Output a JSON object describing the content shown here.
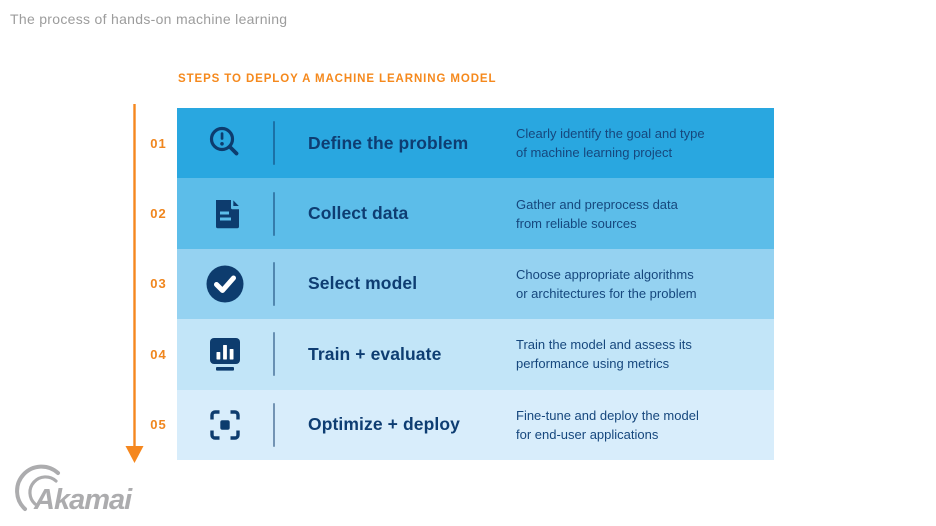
{
  "page": {
    "title": "The process of hands-on machine learning",
    "background": "#ffffff"
  },
  "infographic": {
    "heading": "STEPS TO DEPLOY A MACHINE LEARNING MODEL",
    "steps": [
      {
        "number": "01",
        "icon": "magnifier-alert-icon",
        "title": "Define the problem",
        "description": "Clearly identify the goal and type\nof machine learning project",
        "row_color": "#29a7e0"
      },
      {
        "number": "02",
        "icon": "document-icon",
        "title": "Collect data",
        "description": "Gather and preprocess data\nfrom reliable sources",
        "row_color": "#5cbde9"
      },
      {
        "number": "03",
        "icon": "check-circle-icon",
        "title": "Select model",
        "description": "Choose appropriate algorithms\nor architectures for the problem",
        "row_color": "#95d2f1"
      },
      {
        "number": "04",
        "icon": "bar-chart-icon",
        "title": "Train + evaluate",
        "description": "Train the model and assess its\nperformance using metrics",
        "row_color": "#c2e5f8"
      },
      {
        "number": "05",
        "icon": "focus-frame-icon",
        "title": "Optimize + deploy",
        "description": "Fine-tune and deploy the model\nfor end-user applications",
        "row_color": "#d8edfb"
      }
    ]
  },
  "colors": {
    "accent_orange": "#f5871e",
    "icon_navy": "#0d3c6e",
    "title_navy": "#0e3d72",
    "description_navy": "#16477d",
    "page_title_gray": "#9c9c9c",
    "logo_gray": "#acacae"
  },
  "footer": {
    "logo_text": "Akamai"
  }
}
